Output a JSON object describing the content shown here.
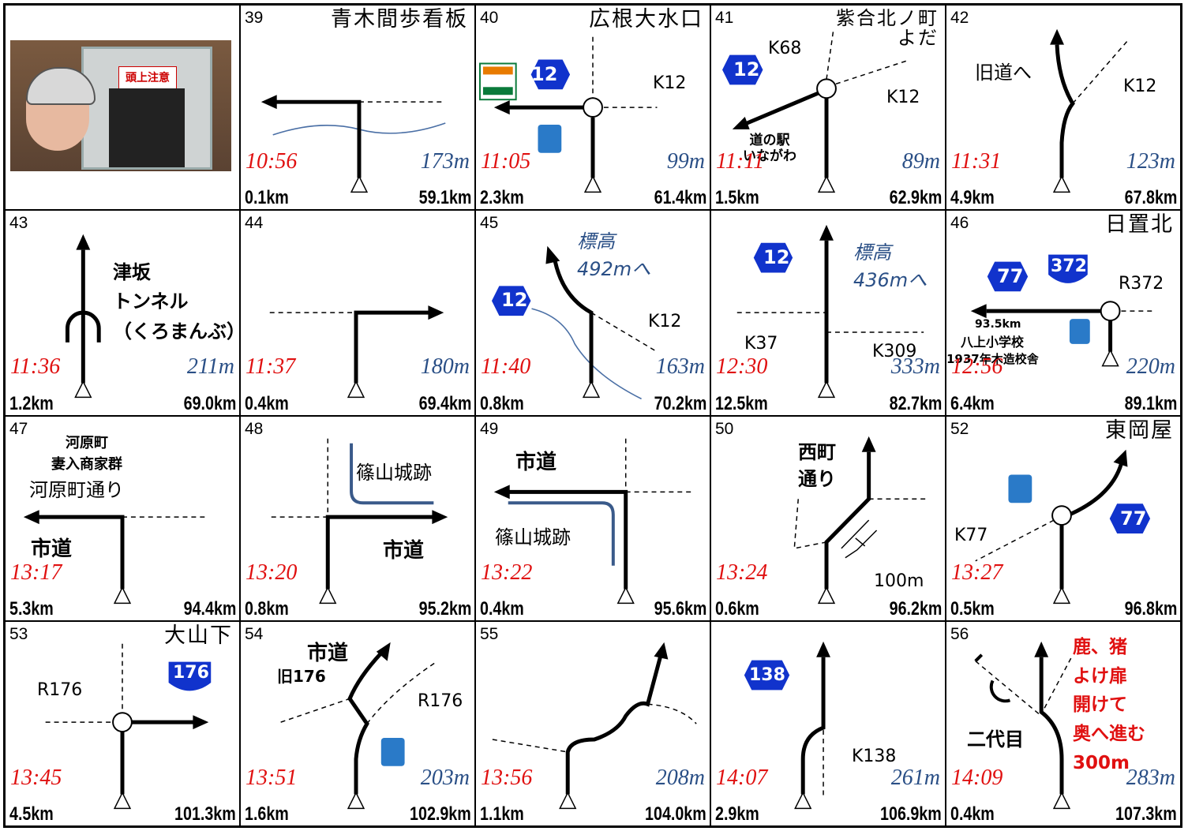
{
  "photo": {
    "sign_text": "頭上注意"
  },
  "cells": [
    {
      "id": "c39",
      "num": "39",
      "name": "青木間歩看板",
      "time": "10:56",
      "elev": "173m",
      "dist": "0.1km",
      "total": "59.1km",
      "labels": []
    },
    {
      "id": "c40",
      "num": "40",
      "name": "広根大水口",
      "time": "11:05",
      "elev": "99m",
      "dist": "2.3km",
      "total": "61.4km",
      "labels": [
        "K12"
      ],
      "shields": [
        "12"
      ],
      "shops": [
        "ELEVEN",
        "LAWSON STATION"
      ]
    },
    {
      "id": "c41",
      "num": "41",
      "name": "紫合北ノ町\nよだ",
      "time": "11:11",
      "elev": "89m",
      "dist": "1.5km",
      "total": "62.9km",
      "labels": [
        "K68",
        "K12",
        "道の駅\nいながわ"
      ],
      "shields": [
        "12"
      ]
    },
    {
      "id": "c42",
      "num": "42",
      "name": "",
      "time": "11:31",
      "elev": "123m",
      "dist": "4.9km",
      "total": "67.8km",
      "labels": [
        "旧道へ",
        "K12"
      ]
    },
    {
      "id": "c43",
      "num": "43",
      "name": "",
      "time": "11:36",
      "elev": "211m",
      "dist": "1.2km",
      "total": "69.0km",
      "labels": [
        "津坂\nトンネル\n（くろまんぶ）"
      ]
    },
    {
      "id": "c44",
      "num": "44",
      "name": "",
      "time": "11:37",
      "elev": "180m",
      "dist": "0.4km",
      "total": "69.4km",
      "labels": []
    },
    {
      "id": "c45",
      "num": "45",
      "name": "",
      "time": "11:40",
      "elev": "163m",
      "dist": "0.8km",
      "total": "70.2km",
      "labels": [
        "標高\n492mへ",
        "K12"
      ],
      "shields": [
        "12"
      ]
    },
    {
      "id": "c45b",
      "num": "",
      "name": "",
      "time": "12:30",
      "elev": "333m",
      "dist": "12.5km",
      "total": "82.7km",
      "labels": [
        "標高\n436mへ",
        "K37",
        "K309"
      ],
      "shields": [
        "12"
      ]
    },
    {
      "id": "c46",
      "num": "46",
      "name": "日置北",
      "time": "12:56",
      "elev": "220m",
      "dist": "6.4km",
      "total": "89.1km",
      "labels": [
        "R372",
        "93.5km",
        "八上小学校",
        "1937年木造校舎"
      ],
      "shields": [
        "77",
        "372"
      ],
      "shops": [
        "LAWSON STATION"
      ]
    },
    {
      "id": "c47",
      "num": "47",
      "name": "",
      "time": "13:17",
      "elev": "",
      "dist": "5.3km",
      "total": "94.4km",
      "labels": [
        "河原町\n妻入商家群",
        "河原町通り",
        "市道"
      ]
    },
    {
      "id": "c48",
      "num": "48",
      "name": "",
      "time": "13:20",
      "elev": "",
      "dist": "0.8km",
      "total": "95.2km",
      "labels": [
        "篠山城跡",
        "市道"
      ]
    },
    {
      "id": "c49",
      "num": "49",
      "name": "",
      "time": "13:22",
      "elev": "",
      "dist": "0.4km",
      "total": "95.6km",
      "labels": [
        "市道",
        "篠山城跡"
      ]
    },
    {
      "id": "c50",
      "num": "50",
      "name": "",
      "time": "13:24",
      "elev": "",
      "dist": "0.6km",
      "total": "96.2km",
      "labels": [
        "西町\n通り",
        "100m"
      ]
    },
    {
      "id": "c52",
      "num": "52",
      "name": "東岡屋",
      "time": "13:27",
      "elev": "",
      "dist": "0.5km",
      "total": "96.8km",
      "labels": [
        "K77"
      ],
      "shields": [
        "77"
      ],
      "shops": [
        "LAWSON STATION"
      ]
    },
    {
      "id": "c53",
      "num": "53",
      "name": "大山下",
      "time": "13:45",
      "elev": "",
      "dist": "4.5km",
      "total": "101.3km",
      "labels": [
        "R176"
      ],
      "shields": [
        "176"
      ]
    },
    {
      "id": "c54",
      "num": "54",
      "name": "",
      "time": "13:51",
      "elev": "203m",
      "dist": "1.6km",
      "total": "102.9km",
      "labels": [
        "市道",
        "旧176",
        "R176"
      ],
      "shops": [
        "LAWSON STATION"
      ]
    },
    {
      "id": "c55",
      "num": "55",
      "name": "",
      "time": "13:56",
      "elev": "208m",
      "dist": "1.1km",
      "total": "104.0km",
      "labels": []
    },
    {
      "id": "c55b",
      "num": "",
      "name": "",
      "time": "14:07",
      "elev": "261m",
      "dist": "2.9km",
      "total": "106.9km",
      "labels": [
        "K138"
      ],
      "shields": [
        "138"
      ]
    },
    {
      "id": "c56",
      "num": "56",
      "name": "",
      "time": "14:09",
      "elev": "283m",
      "dist": "0.4km",
      "total": "107.3km",
      "labels": [
        "二代目",
        "鹿、猪\nよけ扉\n開けて\n奥へ進む\n300m"
      ]
    }
  ],
  "colors": {
    "time": "#e01010",
    "elev": "#2a4f86",
    "shield": "#1133cc",
    "note": "#e01010"
  }
}
